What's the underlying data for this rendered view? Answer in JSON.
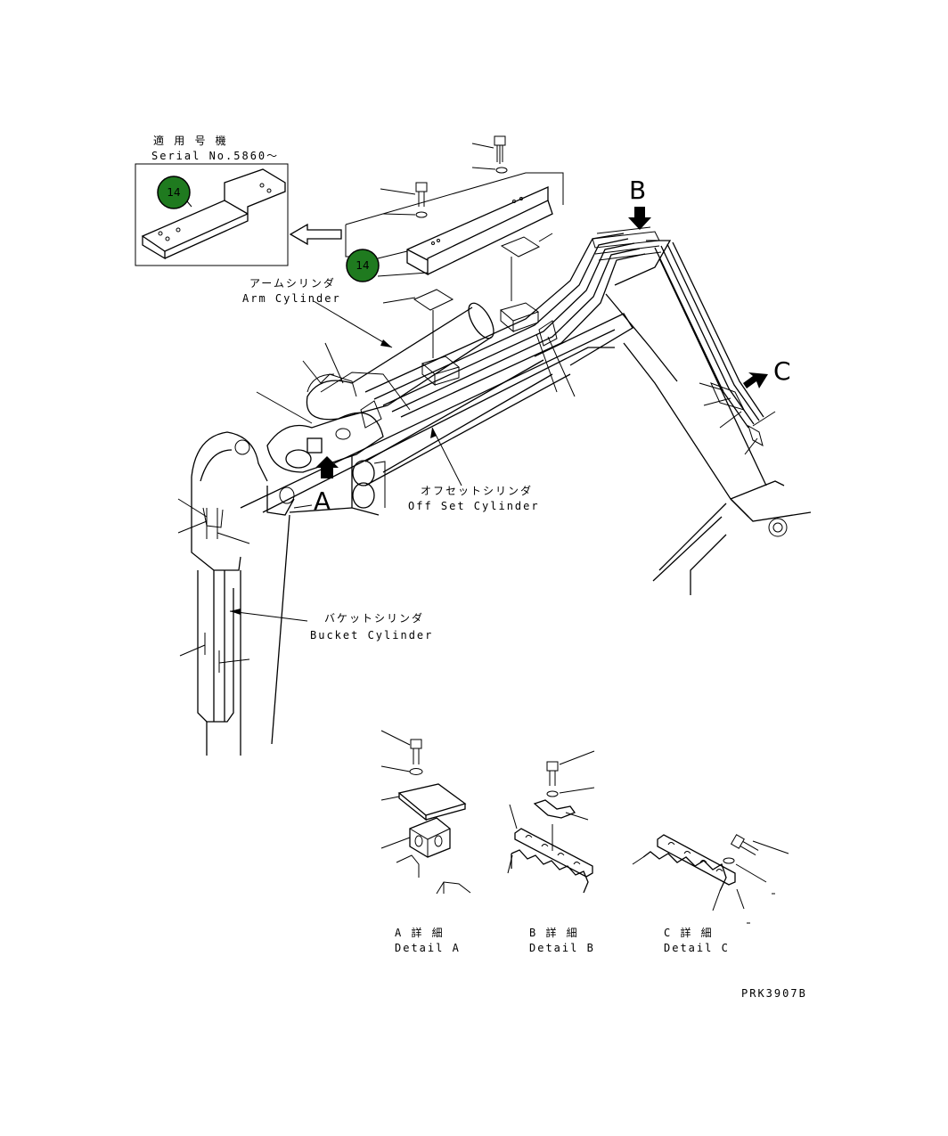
{
  "inset": {
    "title_jp": "適 用 号 機",
    "serial": "Serial No.5860～"
  },
  "callouts": [
    {
      "number": "14",
      "color": "#1f7a1f"
    },
    {
      "number": "14",
      "color": "#1f7a1f"
    }
  ],
  "labels": {
    "arm_cylinder_jp": "アームシリンダ",
    "arm_cylinder_en": "Arm Cylinder",
    "offset_cylinder_jp": "オフセットシリンダ",
    "offset_cylinder_en": "Off Set Cylinder",
    "bucket_cylinder_jp": "バケットシリンダ",
    "bucket_cylinder_en": "Bucket Cylinder"
  },
  "view_markers": {
    "a": "A",
    "b": "B",
    "c": "C"
  },
  "details": [
    {
      "jp": "A 詳 細",
      "en": "Detail A"
    },
    {
      "jp": "B 詳 細",
      "en": "Detail B"
    },
    {
      "jp": "C 詳 細",
      "en": "Detail C"
    }
  ],
  "drawing_code": "PRK3907B"
}
